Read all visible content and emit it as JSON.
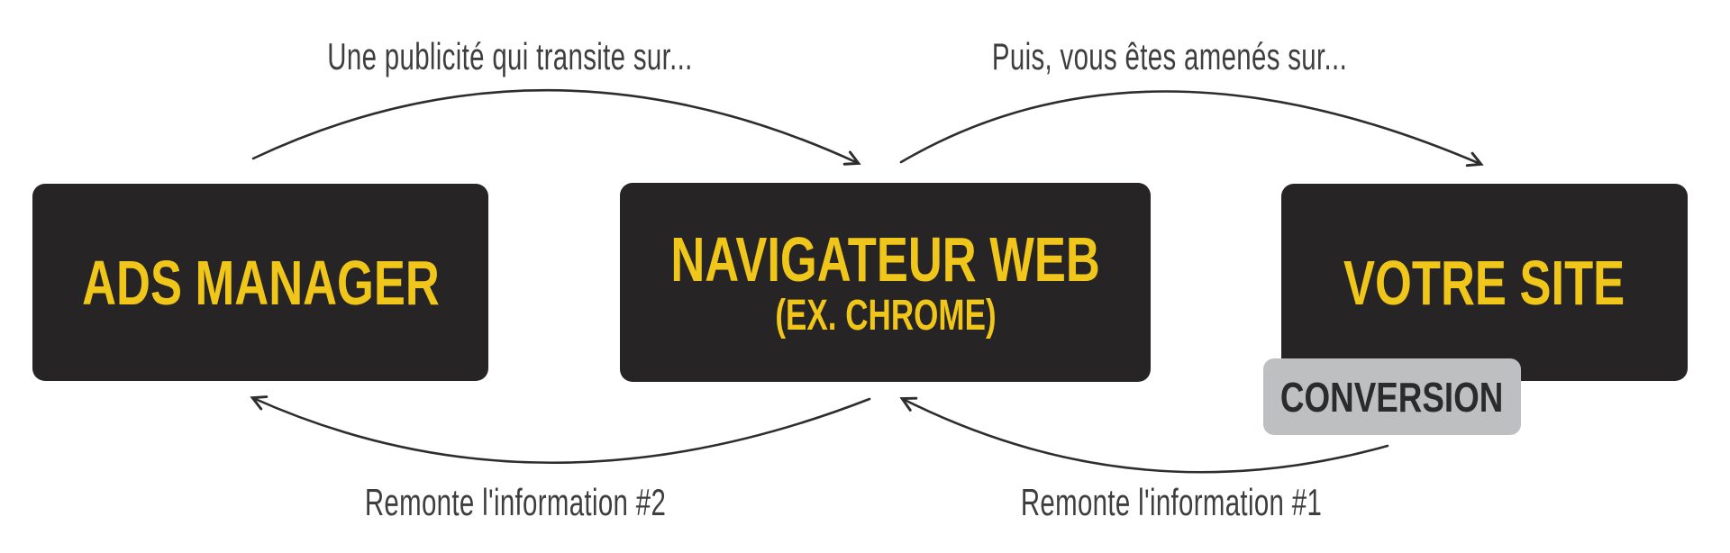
{
  "colors": {
    "background": "#ffffff",
    "node_background": "#272425",
    "node_text_yellow": "#f0c61a",
    "badge_background": "#bdbfc1",
    "badge_text": "#2b2b2b",
    "arrow_stroke": "#2f2c2d",
    "edge_label_text": "#3e3e3e"
  },
  "nodes": {
    "ads_manager": {
      "title": "ADS MANAGER"
    },
    "navigateur_web": {
      "title": "NAVIGATEUR WEB",
      "subtitle": "(EX. CHROME)"
    },
    "votre_site": {
      "title": "VOTRE SITE"
    }
  },
  "badge": {
    "label": "CONVERSION"
  },
  "edges": [
    {
      "from": "ads_manager",
      "to": "navigateur_web",
      "position": "top-left",
      "label": "Une publicité qui transite sur..."
    },
    {
      "from": "navigateur_web",
      "to": "votre_site",
      "position": "top-right",
      "label": "Puis, vous êtes amenés sur..."
    },
    {
      "from": "navigateur_web",
      "to": "ads_manager",
      "position": "bottom-left",
      "label": "Remonte l'information #2"
    },
    {
      "from": "votre_site",
      "to": "navigateur_web",
      "position": "bottom-right",
      "label": "Remonte l'information #1"
    }
  ]
}
